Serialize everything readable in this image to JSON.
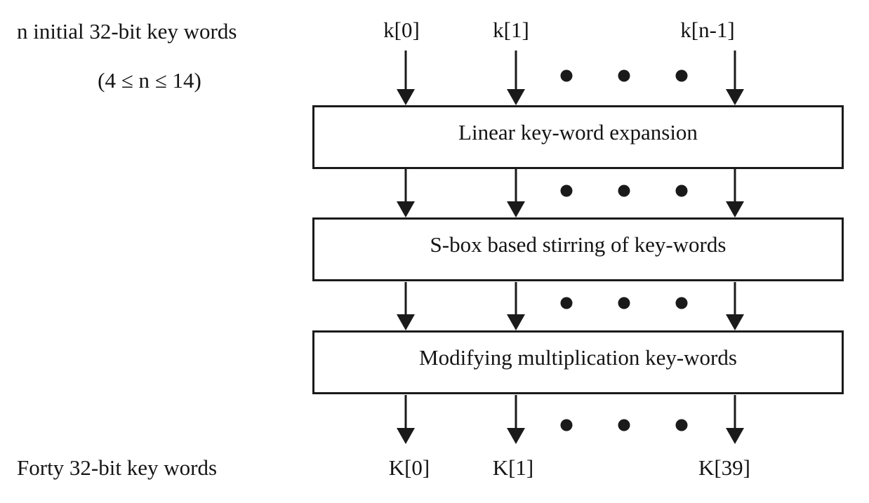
{
  "annotations": {
    "input_title": "n initial 32-bit key words",
    "input_constraint": "(4 ≤ n ≤ 14)",
    "output_title": "Forty 32-bit key words"
  },
  "inputs": [
    {
      "label": "k[0]"
    },
    {
      "label": "k[1]"
    },
    {
      "label": "k[n-1]"
    }
  ],
  "stages": [
    {
      "label": "Linear key-word expansion"
    },
    {
      "label": "S-box based stirring of key-words"
    },
    {
      "label": "Modifying multiplication key-words"
    }
  ],
  "outputs": [
    {
      "label": "K[0]"
    },
    {
      "label": "K[1]"
    },
    {
      "label": "K[39]"
    }
  ],
  "colors": {
    "line": "#1a1a1a",
    "text": "#141414",
    "background": "#ffffff"
  }
}
